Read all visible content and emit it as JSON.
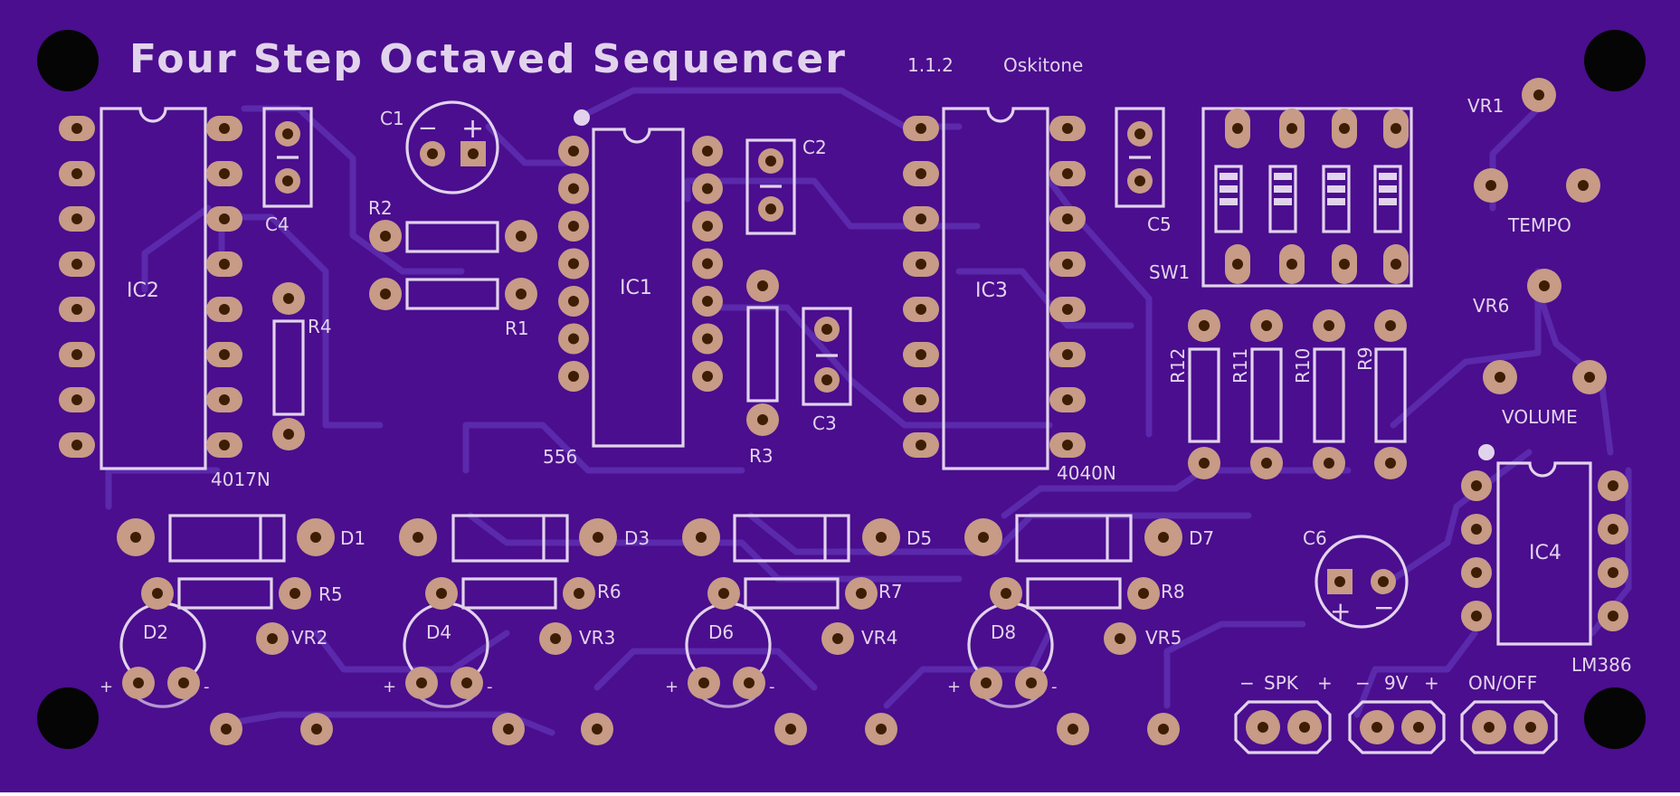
{
  "board": {
    "title": "Four Step Octaved Sequencer",
    "version": "1.1.2",
    "author": "Oskitone",
    "colors": {
      "board": "#4a0e8e",
      "silkscreen": "#e2d3ec",
      "copper_pad": "#c79b86",
      "trace": "#5e2eb0"
    }
  },
  "ics": {
    "ic2": {
      "ref": "IC2",
      "part": "4017N"
    },
    "ic1": {
      "ref": "IC1",
      "part": "556"
    },
    "ic3": {
      "ref": "IC3",
      "part": "4040N"
    },
    "ic4": {
      "ref": "IC4",
      "part": "LM386"
    }
  },
  "caps": {
    "c1": "C1",
    "c2": "C2",
    "c3": "C3",
    "c4": "C4",
    "c5": "C5",
    "c6": "C6"
  },
  "cap_polarity": {
    "plus": "+",
    "minus": "−"
  },
  "resistors": {
    "r1": "R1",
    "r2": "R2",
    "r3": "R3",
    "r4": "R4",
    "r5": "R5",
    "r6": "R6",
    "r7": "R7",
    "r8": "R8",
    "r9": "R9",
    "r10": "R10",
    "r11": "R11",
    "r12": "R12"
  },
  "diodes": {
    "d1": "D1",
    "d3": "D3",
    "d5": "D5",
    "d7": "D7"
  },
  "leds": {
    "d2": "D2",
    "d4": "D4",
    "d6": "D6",
    "d8": "D8"
  },
  "led_polarity": {
    "plus": "+",
    "minus": "-"
  },
  "pots": {
    "vr1": "VR1",
    "vr2": "VR2",
    "vr3": "VR3",
    "vr4": "VR4",
    "vr5": "VR5",
    "vr6": "VR6",
    "tempo": "TEMPO",
    "volume": "VOLUME"
  },
  "switch": {
    "ref": "SW1"
  },
  "headers": {
    "spk": "SPK",
    "spk_minus": "−",
    "spk_plus": "+",
    "nine_v": "9V",
    "nine_v_minus": "−",
    "nine_v_plus": "+",
    "on_off": "ON/OFF"
  }
}
